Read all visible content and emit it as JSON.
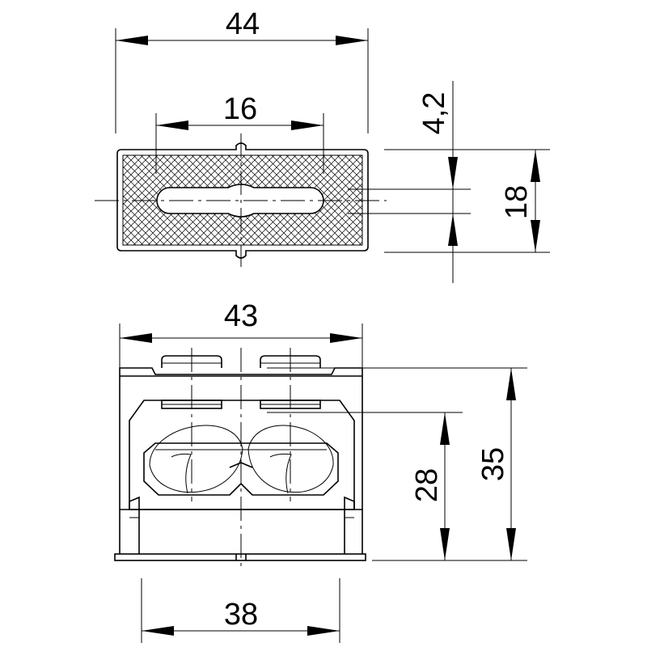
{
  "dimensions": {
    "top_width": "44",
    "slot_length": "16",
    "slot_width": "4,2",
    "top_height": "18",
    "front_width": "43",
    "inner_height": "28",
    "total_height": "35",
    "base_width": "38"
  }
}
